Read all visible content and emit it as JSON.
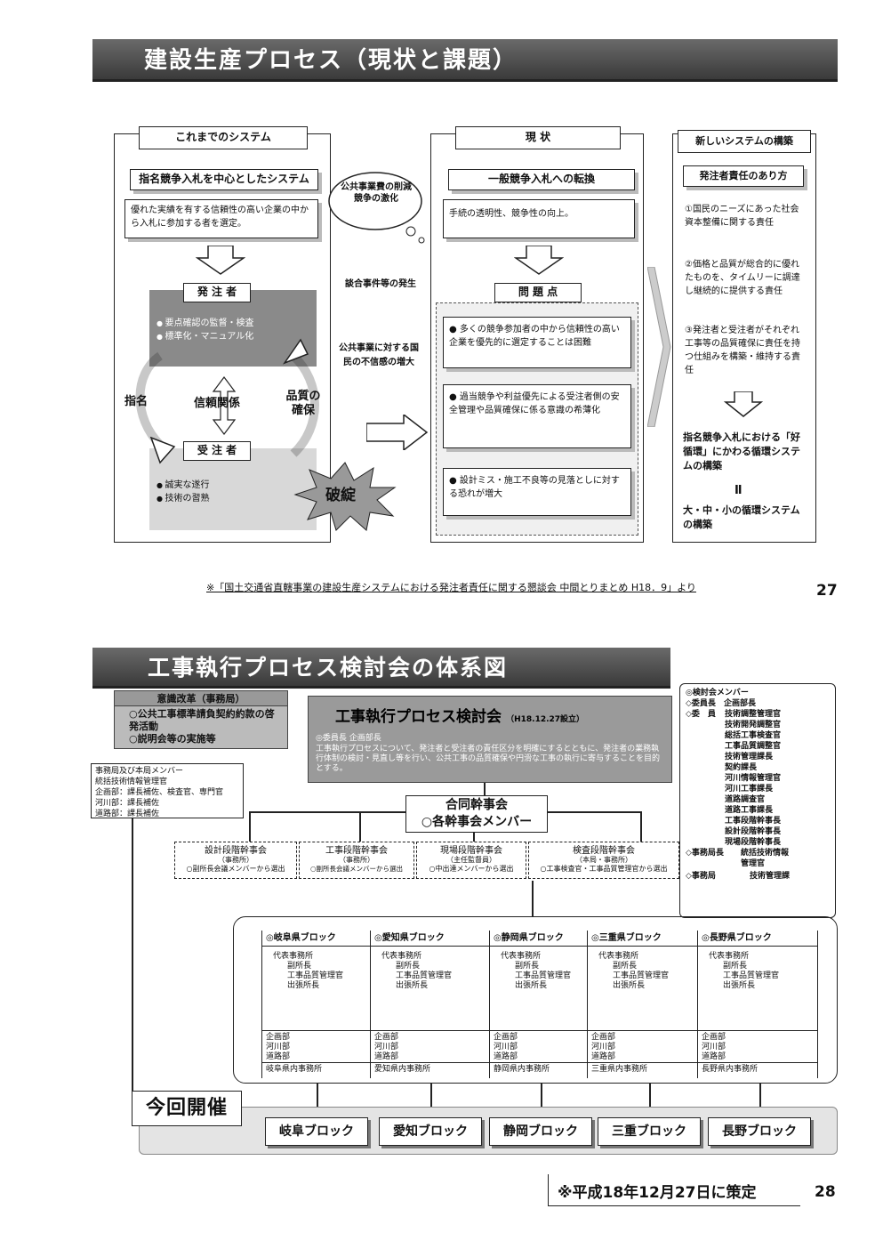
{
  "slide1": {
    "title": "建設生産プロセス（現状と課題）",
    "col1": {
      "header": "これまでのシステム",
      "subheader": "指名競争入札を中心としたシステム",
      "desc": "優れた実績を有する信頼性の高い企業の中から入札に参加する者を選定。",
      "orderer": "発 注 者",
      "orderer_items": [
        "要点確認の監督・検査",
        "標準化・マニュアル化"
      ],
      "contractor": "受 注 者",
      "contractor_items": [
        "誠実な遂行",
        "技術の習熟"
      ],
      "left_arrow": "指名",
      "center": "信頼関係",
      "right_arrow": "品質の確保",
      "burst": "破綻"
    },
    "middle": {
      "cloud": "公共事業費の削減 競争の激化",
      "event1": "談合事件等の発生",
      "event2": "公共事業に対する国民の不信感の増大"
    },
    "col2": {
      "header": "現 状",
      "subheader": "一般競争入札への転換",
      "desc": "手続の透明性、競争性の向上。",
      "problems_header": "問 題 点",
      "problems": [
        "多くの競争参加者の中から信頼性の高い企業を優先的に選定することは困難",
        "過当競争や利益優先による受注者側の安全管理や品質確保に係る意識の希薄化",
        "設計ミス・施工不良等の見落としに対する恐れが増大"
      ]
    },
    "col3": {
      "header": "新しいシステムの構築",
      "subheader": "発注者責任のあり方",
      "items": [
        "①国民のニーズにあった社会資本整備に関する責任",
        "②価格と品質が総合的に優れたものを、タイムリーに調達し継続的に提供する責任",
        "③発注者と受注者がそれぞれ工事等の品質確保に責任を持つ仕組みを構築・維持する責任"
      ],
      "result1": "指名競争入札における「好循環」にかわる循環システムの構築",
      "equals": "Ⅱ",
      "result2": "大・中・小の循環システムの構築"
    },
    "footnote": "※「国土交通省直轄事業の建設生産システムにおける発注者責任に関する懇談会 中間とりまとめ H18．9」より",
    "page": "27"
  },
  "slide2": {
    "title": "工事執行プロセス検討会の体系図",
    "reform": {
      "header": "意識改革（事務局）",
      "items": [
        "○公共工事標準請負契約約款の啓発活動",
        "○説明会等の実施等"
      ]
    },
    "secretariat": {
      "title": "事務局及び本局メンバー",
      "lines": [
        "統括技術情報管理官",
        "企画部：課長補佐、検査官、専門官",
        "河川部：課長補佐",
        "道路部：課長補佐"
      ]
    },
    "committee": {
      "title": "工事執行プロセス検討会",
      "date": "（H18.12.27設立）",
      "chair": "◎委員長 企画部長",
      "desc": "工事執行プロセスについて、発注者と受注者の責任区分を明確にするとともに、発注者の業務執行体制の検討・見直し等を行い、公共工事の品質確保や円滑な工事の執行に寄与することを目的とする。"
    },
    "members": {
      "header": "◎検討会メンバー",
      "chair_label": "◇委員長",
      "chair": "企画部長",
      "member_label": "◇委　員",
      "member_list": [
        "技術調整管理官",
        "技術開発調整官",
        "総括工事検査官",
        "工事品質調整官",
        "技術管理課長",
        "契約課長",
        "河川情報管理官",
        "河川工事課長",
        "道路調査官",
        "道路工事課長",
        "工事段階幹事長",
        "設計段階幹事長",
        "現場段階幹事長"
      ],
      "sec_head_label": "◇事務局長",
      "sec_head": "統括技術情報管理官",
      "sec_label": "◇事務局",
      "sec": "技術管理課"
    },
    "joint": {
      "title": "合同幹事会",
      "sub": "○各幹事会メンバー"
    },
    "stages": [
      {
        "title": "設計段階幹事会",
        "role": "（事務所）",
        "note": "○副所長会議メンバーから選出"
      },
      {
        "title": "工事段階幹事会",
        "role": "（事務所）",
        "note": "○副所長会議メンバーから選出"
      },
      {
        "title": "現場段階幹事会",
        "role": "（主任監督員）",
        "note": "○中出達メンバーから選出"
      },
      {
        "title": "検査段階幹事会",
        "role": "（本局・事務所）",
        "note": "○工事検査官・工事品質管理官から選出"
      }
    ],
    "blocks": [
      {
        "name": "◎岐阜県ブロック",
        "rep": "代表事務所",
        "roles": [
          "副所長",
          "工事品質管理官",
          "出張所長"
        ],
        "depts": [
          "企画部",
          "河川部",
          "道路部"
        ],
        "office": "岐阜県内事務所"
      },
      {
        "name": "◎愛知県ブロック",
        "rep": "代表事務所",
        "roles": [
          "副所長",
          "工事品質管理官",
          "出張所長"
        ],
        "depts": [
          "企画部",
          "河川部",
          "道路部"
        ],
        "office": "愛知県内事務所"
      },
      {
        "name": "◎静岡県ブロック",
        "rep": "代表事務所",
        "roles": [
          "副所長",
          "工事品質管理官",
          "出張所長"
        ],
        "depts": [
          "企画部",
          "河川部",
          "道路部"
        ],
        "office": "静岡県内事務所"
      },
      {
        "name": "◎三重県ブロック",
        "rep": "代表事務所",
        "roles": [
          "副所長",
          "工事品質管理官",
          "出張所長"
        ],
        "depts": [
          "企画部",
          "河川部",
          "道路部"
        ],
        "office": "三重県内事務所"
      },
      {
        "name": "◎長野県ブロック",
        "rep": "代表事務所",
        "roles": [
          "副所長",
          "工事品質管理官",
          "出張所長"
        ],
        "depts": [
          "企画部",
          "河川部",
          "道路部"
        ],
        "office": "長野県内事務所"
      }
    ],
    "current": "今回開催",
    "bottom_blocks": [
      "岐阜ブロック",
      "愛知ブロック",
      "静岡ブロック",
      "三重ブロック",
      "長野ブロック"
    ],
    "footnote": "※平成18年12月27日に策定",
    "page": "28"
  }
}
